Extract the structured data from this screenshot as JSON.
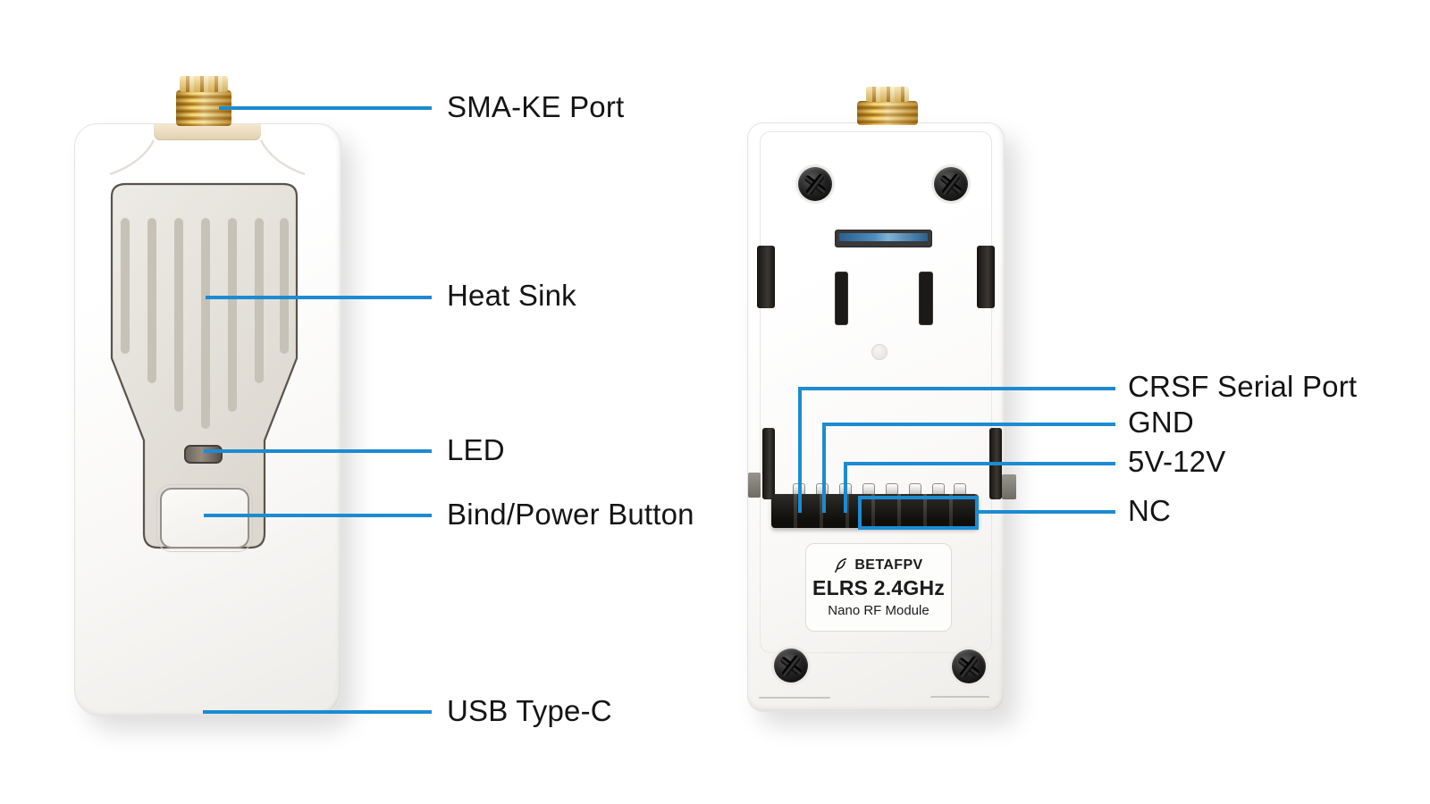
{
  "colors": {
    "callout_blue": "#1d8bd1",
    "pcb_blue": "#3c7ab0",
    "label_text": "#141414",
    "sma_gold": "#e0ac3c"
  },
  "front_view": {
    "labels": [
      {
        "id": "sma",
        "text": "SMA-KE Port"
      },
      {
        "id": "heatsink",
        "text": "Heat Sink"
      },
      {
        "id": "led",
        "text": "LED"
      },
      {
        "id": "bind",
        "text": "Bind/Power Button"
      },
      {
        "id": "usb",
        "text": "USB Type-C"
      }
    ]
  },
  "back_view": {
    "labels": [
      {
        "id": "crsf",
        "text": "CRSF Serial Port"
      },
      {
        "id": "gnd",
        "text": "GND"
      },
      {
        "id": "power",
        "text": "5V-12V"
      },
      {
        "id": "nc",
        "text": "NC"
      }
    ],
    "plate": {
      "brand": "BETAFPV",
      "model": "ELRS 2.4GHz",
      "type": "Nano RF Module"
    }
  }
}
